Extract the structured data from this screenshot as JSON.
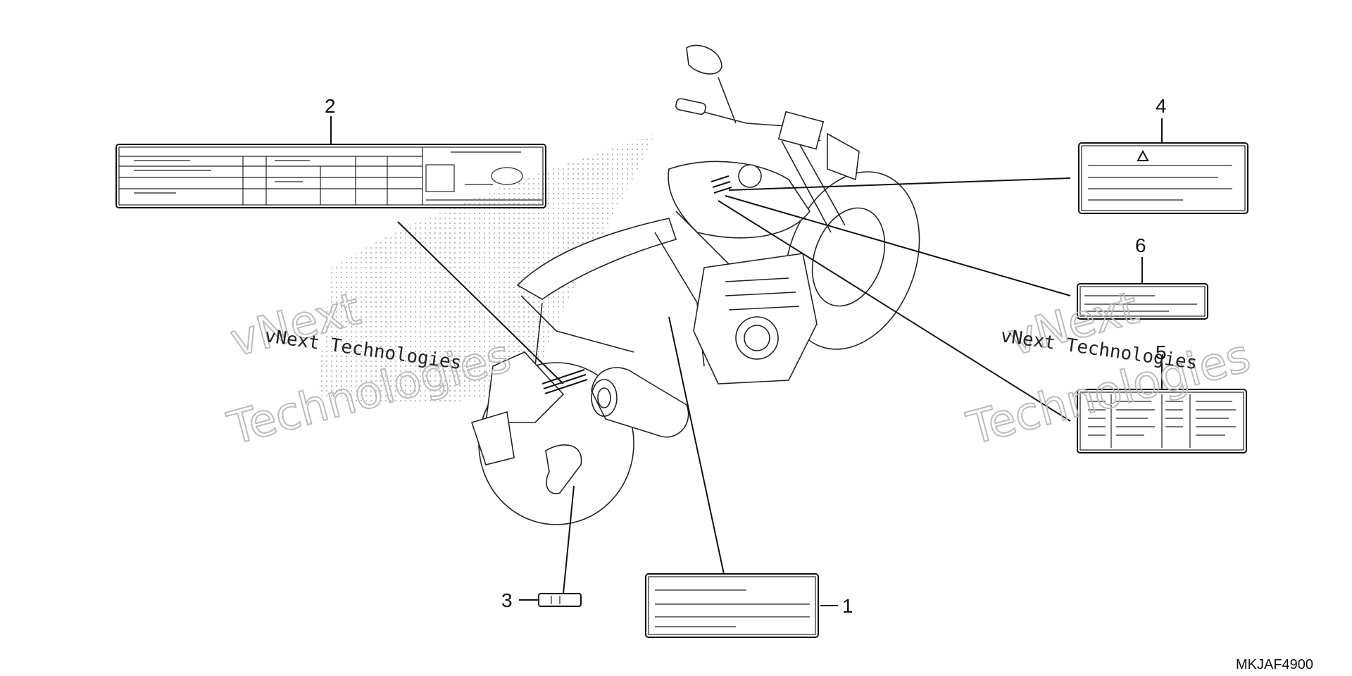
{
  "callouts": {
    "label_1": "1",
    "label_2": "2",
    "label_3": "3",
    "label_4": "4",
    "label_5": "5",
    "label_6": "6"
  },
  "part_code": "MKJAF4900",
  "watermark": {
    "line_text": "vNext Technologies",
    "outline_top": "vNext",
    "outline_bottom": "Technologies"
  }
}
